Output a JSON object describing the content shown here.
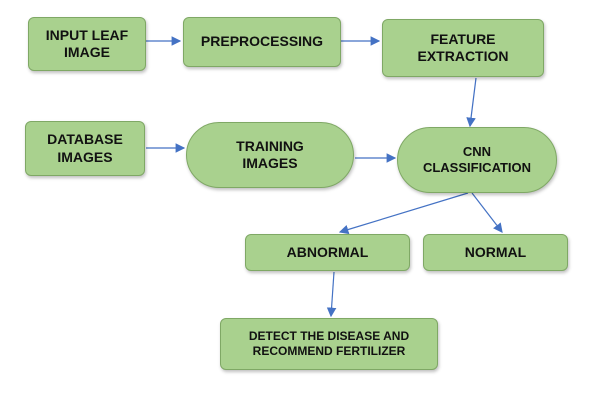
{
  "nodes": {
    "input_leaf": "INPUT LEAF IMAGE",
    "preprocessing": "PREPROCESSING",
    "feature_extraction": "FEATURE EXTRACTION",
    "database_images": "DATABASE IMAGES",
    "training_images": "TRAINING IMAGES",
    "cnn": "CNN CLASSIFICATION",
    "abnormal": "ABNORMAL",
    "normal": "NORMAL",
    "detect": "DETECT THE DISEASE AND RECOMMEND FERTILIZER"
  },
  "colors": {
    "node_fill": "#a9d18e",
    "node_border": "#7fa865",
    "arrow": "#4472c4"
  }
}
